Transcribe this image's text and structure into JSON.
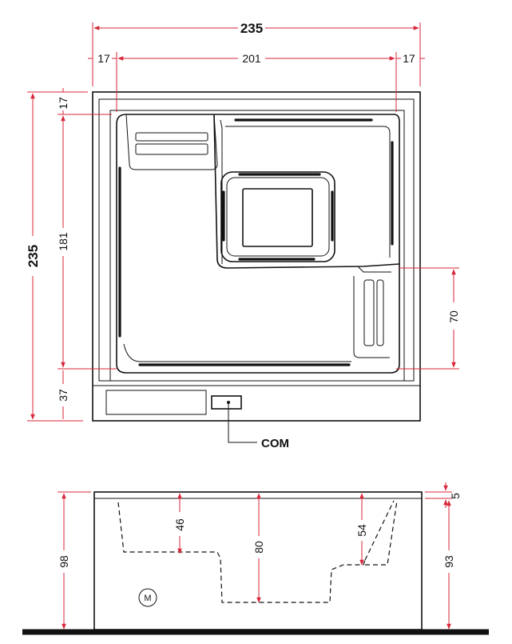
{
  "top_view": {
    "overall_width": "235",
    "rim_left": "17",
    "inner_width": "201",
    "rim_right": "17",
    "overall_depth": "235",
    "rim_top": "17",
    "inner_depth": "181",
    "control_panel_depth": "37",
    "seat_length": "70",
    "com_label": "COM"
  },
  "side_view": {
    "seat_depth": "46",
    "water_depth": "80",
    "lounge_depth": "54",
    "total_height": "98",
    "rim_thickness": "5",
    "body_height": "93",
    "motor_label": "M"
  }
}
